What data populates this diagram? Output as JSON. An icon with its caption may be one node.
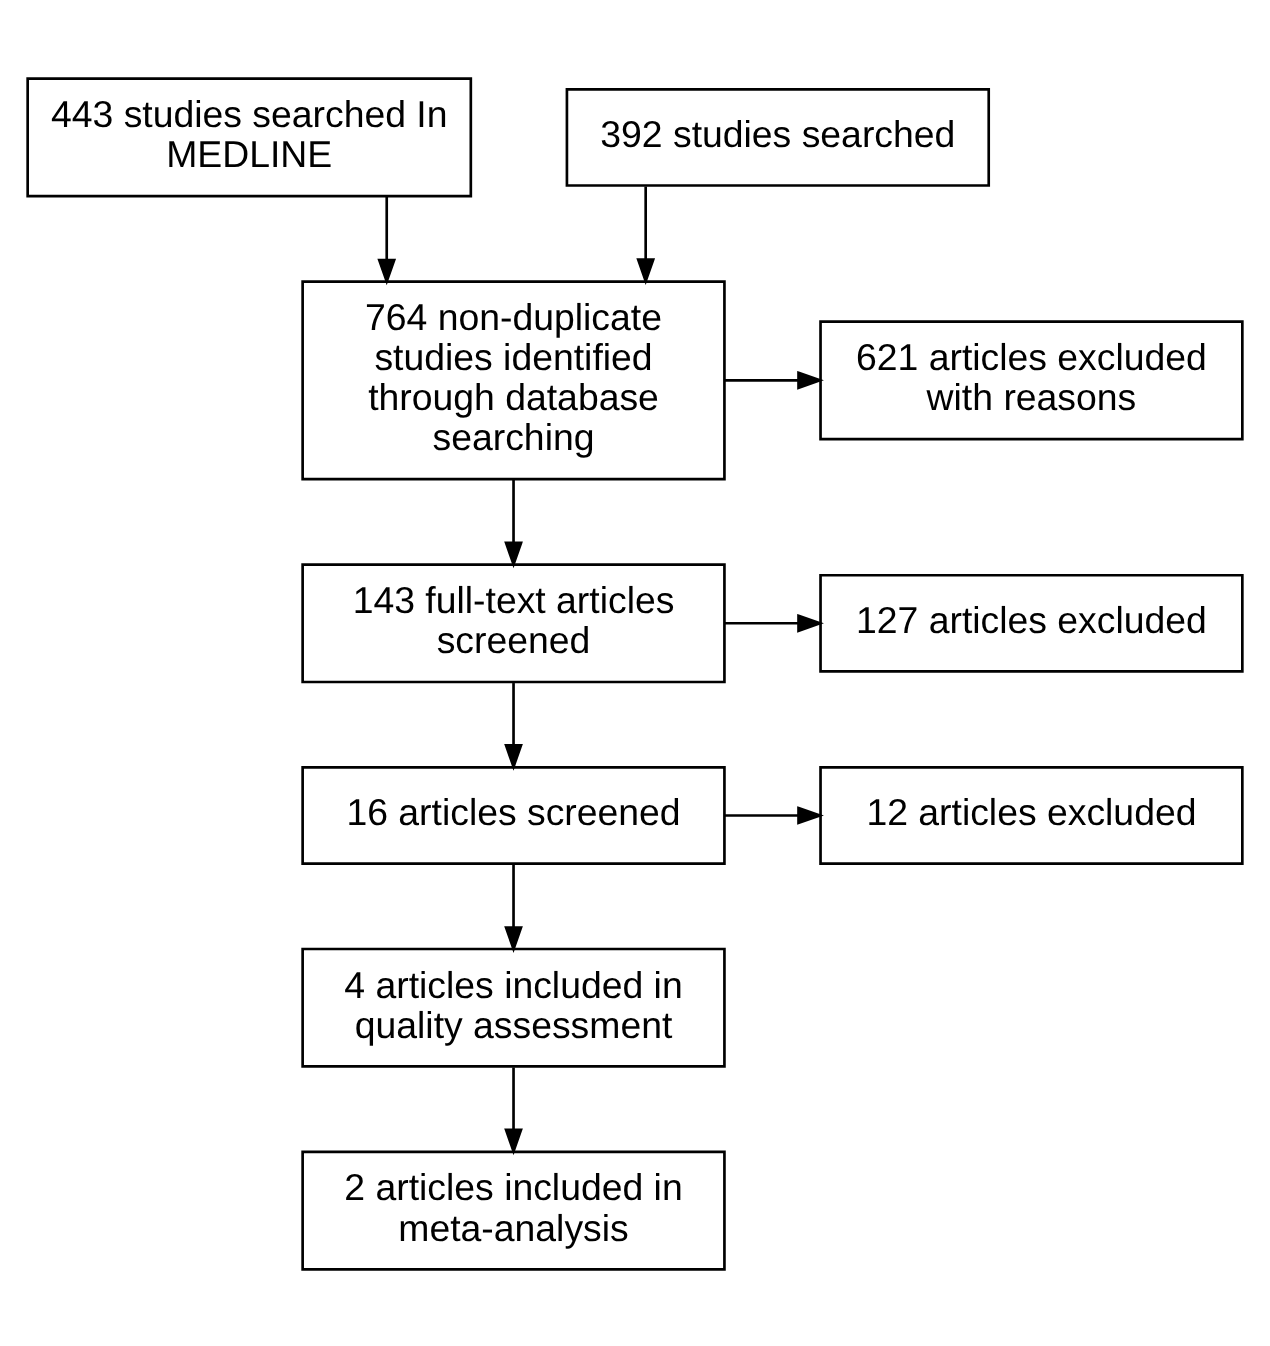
{
  "diagram": {
    "nodes": [
      {
        "text": [
          "443 studies searched In MEDLINE"
        ]
      },
      {
        "text": [
          "392 studies searched"
        ]
      },
      {
        "text": [
          "764 non-duplicate studies identified through database searching"
        ]
      },
      {
        "text": [
          "621 articles excluded with reasons"
        ]
      },
      {
        "text": [
          "143 full-text articles screened"
        ]
      },
      {
        "text": [
          "127 articles excluded"
        ]
      },
      {
        "text": [
          "16 articles screened"
        ]
      },
      {
        "text": [
          "12 articles excluded"
        ]
      },
      {
        "text": [
          "4 articles included in quality assessment"
        ]
      },
      {
        "text": [
          "2 articles included in meta-analysis"
        ]
      }
    ],
    "edges": [
      {
        "from": 0,
        "to": 2,
        "arrow": "to"
      },
      {
        "from": 1,
        "to": 2,
        "arrow": "to"
      },
      {
        "from": 2,
        "to": 3,
        "arrow": "to"
      },
      {
        "from": 2,
        "to": 4,
        "arrow": "to"
      },
      {
        "from": 4,
        "to": 5,
        "arrow": "to"
      },
      {
        "from": 4,
        "to": 6,
        "arrow": "to"
      },
      {
        "from": 6,
        "to": 7,
        "arrow": "to"
      },
      {
        "from": 6,
        "to": 8,
        "arrow": "to"
      },
      {
        "from": 8,
        "to": 9,
        "arrow": "to"
      }
    ]
  }
}
